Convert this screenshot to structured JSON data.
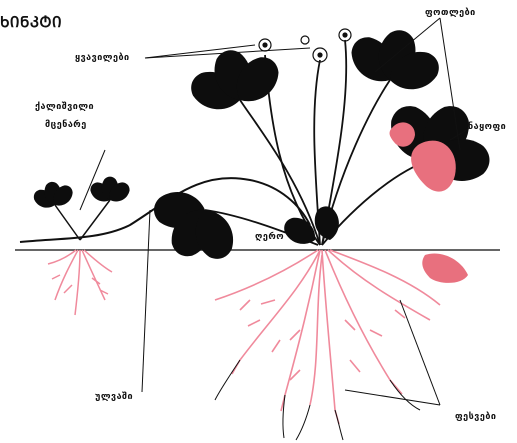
{
  "title": "ᲮᲘᲜᲙᲢᲘ",
  "labels": {
    "flowers": "ყვავილები",
    "leaves": "ფოთლები",
    "daughter_plant_line1": "ქალიშვილი",
    "daughter_plant_line2": "მცენარე",
    "fruit": "ნაყოფი",
    "stem": "ღერო",
    "runners": "ულვაში",
    "roots": "ფესვები"
  },
  "colors": {
    "leaf": "#0d0d0d",
    "root": "#f08a9c",
    "fruit": "#e8707e",
    "line": "#111111",
    "soil_line": "#333333"
  }
}
